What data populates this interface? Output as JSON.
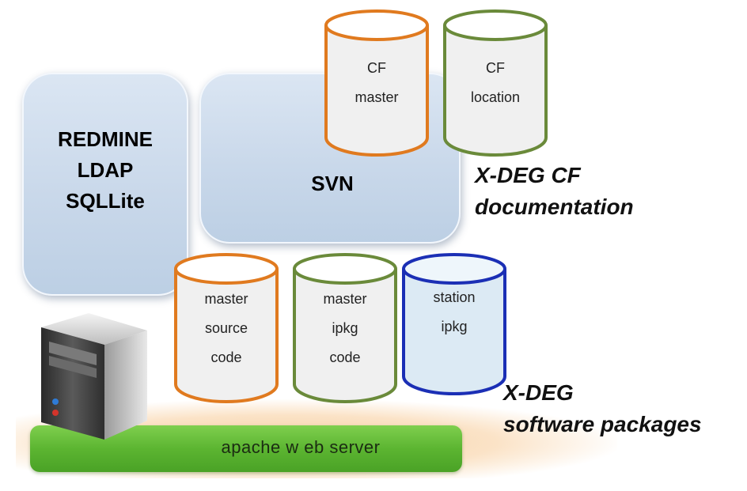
{
  "panels": {
    "redmine": {
      "lines": [
        "REDMINE",
        "LDAP",
        "SQLLite"
      ]
    },
    "svn": {
      "label": "SVN"
    }
  },
  "cylinders": {
    "cf_master": {
      "lines": [
        "CF",
        "master"
      ],
      "color": "#e07a1f"
    },
    "cf_location": {
      "lines": [
        "CF",
        "location"
      ],
      "color": "#6a8a3a"
    },
    "master_source": {
      "lines": [
        "master",
        "source",
        "code"
      ],
      "color": "#e07a1f"
    },
    "master_ipkg": {
      "lines": [
        "master",
        "ipkg",
        "code"
      ],
      "color": "#6a8a3a"
    },
    "station_ipkg": {
      "lines": [
        "station",
        "ipkg"
      ],
      "color": "#1b2fb5"
    }
  },
  "server": {
    "label": "apache w eb server"
  },
  "annotations": {
    "cf_doc": {
      "line1": "X-DEG CF",
      "line2": "documentation"
    },
    "software": {
      "line1": "X-DEG",
      "line2": "software packages"
    }
  },
  "colors": {
    "panel": "#c9d8ea",
    "apache_green": "#5cb531",
    "orange_stroke": "#e07a1f",
    "green_stroke": "#6a8a3a",
    "blue_stroke": "#1b2fb5"
  }
}
